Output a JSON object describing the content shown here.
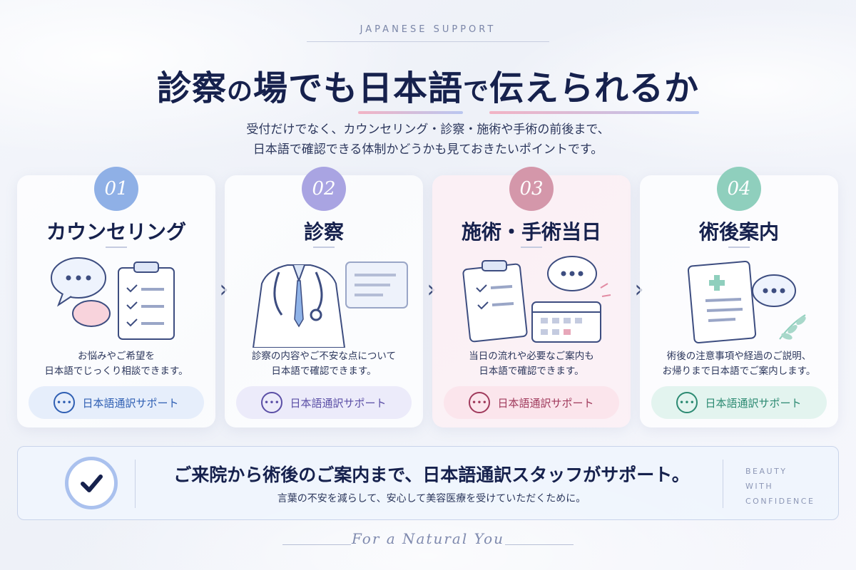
{
  "header": {
    "eyebrow": "JAPANESE SUPPORT",
    "title_part1": "診察",
    "title_part2": "の",
    "title_part3": "場でも",
    "title_part4": "日本語",
    "title_part5": "で",
    "title_part6": "伝えられるか",
    "subtitle_line1": "受付だけでなく、カウンセリング・診察・施術や手術の前後まで、",
    "subtitle_line2": "日本語で確認できる体制かどうかも見ておきたいポイントです。"
  },
  "steps": [
    {
      "number": "01",
      "title": "カウンセリング",
      "desc_line1": "お悩みやご希望を",
      "desc_line2": "日本語でじっくり相談できます。",
      "badge": "日本語通訳サポート",
      "accent": "#8fb0e6",
      "pill_bg": "#e6eefb",
      "pill_fg": "#2f5fb3"
    },
    {
      "number": "02",
      "title": "診察",
      "desc_line1": "診察の内容やご不安な点について",
      "desc_line2": "日本語で確認できます。",
      "badge": "日本語通訳サポート",
      "accent": "#a9a4e2",
      "pill_bg": "#ecebfa",
      "pill_fg": "#5b4fa6"
    },
    {
      "number": "03",
      "title": "施術・手術当日",
      "desc_line1": "当日の流れや必要なご案内も",
      "desc_line2": "日本語で確認できます。",
      "badge": "日本語通訳サポート",
      "accent": "#d497aa",
      "pill_bg": "#fbe5ec",
      "pill_fg": "#a03a5c"
    },
    {
      "number": "04",
      "title": "術後案内",
      "desc_line1": "術後の注意事項や経過のご説明、",
      "desc_line2": "お帰りまで日本語でご案内します。",
      "badge": "日本語通訳サポート",
      "accent": "#8fcfbd",
      "pill_bg": "#e3f4ef",
      "pill_fg": "#2c8a72"
    }
  ],
  "banner": {
    "title": "ご来院から術後のご案内まで、日本語通訳スタッフがサポート。",
    "subtitle": "言葉の不安を減らして、安心して美容医療を受けていただくために。",
    "tag_line1": "BEAUTY",
    "tag_line2": "WITH",
    "tag_line3": "CONFIDENCE"
  },
  "footer": {
    "script": "For a Natural You"
  }
}
